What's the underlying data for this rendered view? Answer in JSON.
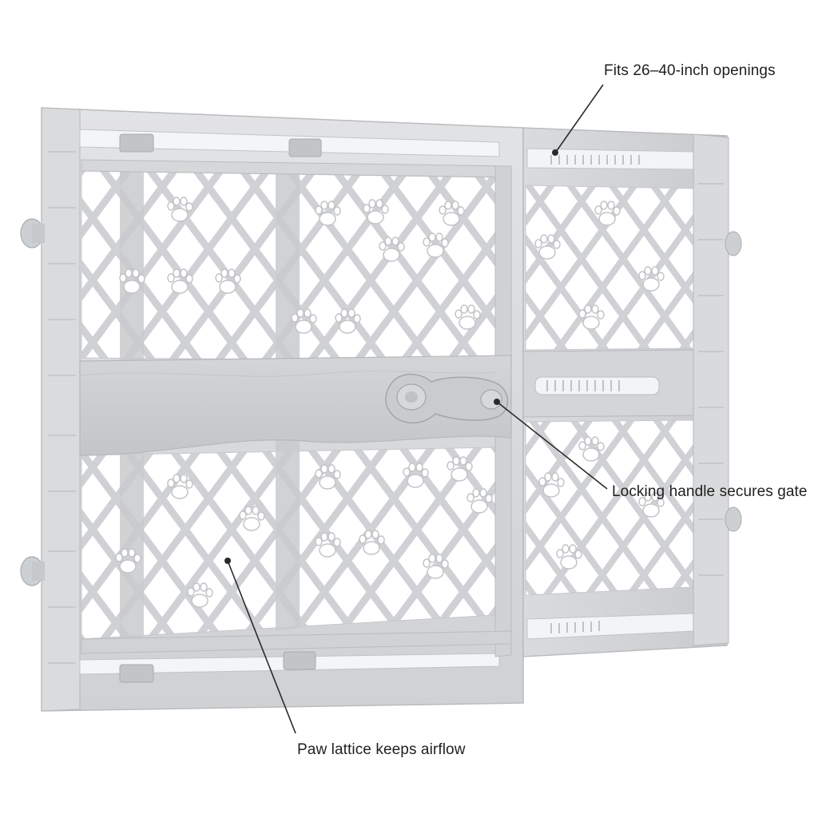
{
  "callouts": {
    "fits": "Fits 26–40-inch openings",
    "locking": "Locking handle secures gate",
    "paw": "Paw lattice keeps airflow"
  },
  "colors": {
    "background": "#ffffff",
    "plastic": "#d6d8da",
    "plastic_light": "#e6e7e9",
    "plastic_dark": "#b7babd",
    "shadow": "#a9acaf",
    "callout_line": "#2a2a2a"
  },
  "icons": [
    "paw-icon",
    "locking-handle-icon"
  ]
}
